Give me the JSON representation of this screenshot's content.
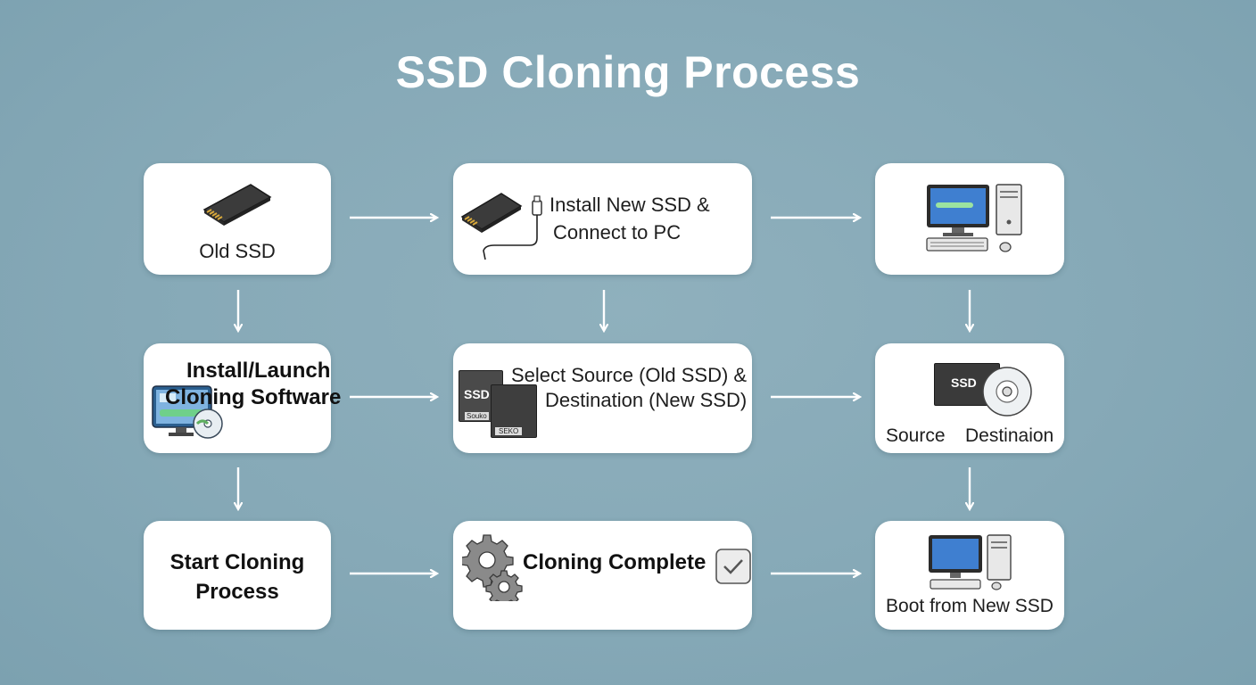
{
  "title": "SSD Cloning Process",
  "steps": {
    "old_ssd": {
      "label": "Old SSD"
    },
    "install_new": {
      "line1": "Install New SSD &",
      "line2": "Connect to PC"
    },
    "pc": {},
    "install_launch": {
      "line1": "Install/Launch",
      "line2": "Cloning Software"
    },
    "select": {
      "line1": "Select Source (Old SSD) &",
      "line2": "Destination (New SSD)",
      "chip1": "SSD",
      "chip1_sub": "Souko",
      "chip2_sub": "SEKO"
    },
    "source_dest": {
      "ssd_label": "SSD",
      "source": "Source",
      "dest": "Destinaion"
    },
    "start": {
      "line1": "Start Cloning",
      "line2": "Process"
    },
    "complete": {
      "label": "Cloning Complete"
    },
    "boot": {
      "label": "Boot from New SSD"
    }
  },
  "colors": {
    "background": "#86a9b7",
    "box": "#ffffff",
    "arrow": "#ffffff",
    "screen": "#3f7fd0"
  }
}
